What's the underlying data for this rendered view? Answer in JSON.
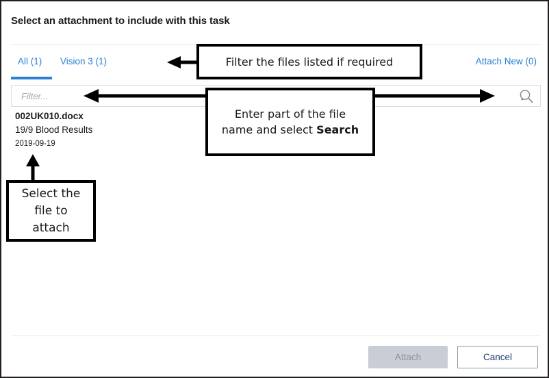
{
  "dialog": {
    "title": "Select an attachment to include with this task"
  },
  "tabs": {
    "items": [
      {
        "id": "all",
        "label": "All (1)",
        "active": true
      },
      {
        "id": "vision3",
        "label": "Vision 3 (1)",
        "active": false
      }
    ],
    "attach_new_label": "Attach New (0)"
  },
  "search": {
    "placeholder": "Filter...",
    "value": "",
    "icon": "search-icon"
  },
  "files": [
    {
      "name": "002UK010.docx",
      "description": "19/9 Blood Results",
      "date": "2019-09-19"
    }
  ],
  "footer": {
    "attach_label": "Attach",
    "cancel_label": "Cancel"
  },
  "annotations": {
    "filter_note": "Filter the files listed if required",
    "search_note_line1": "Enter part of the file",
    "search_note_line2_prefix": "name and select ",
    "search_note_line2_bold": "Search",
    "select_note_line1": "Select the",
    "select_note_line2": "file to",
    "select_note_line3": "attach"
  },
  "colors": {
    "accent_blue": "#2a80d6",
    "annotation_black": "#000000",
    "disabled_button": "#c9ced6",
    "cancel_text": "#1f3864",
    "frame_border": "#231f20"
  }
}
